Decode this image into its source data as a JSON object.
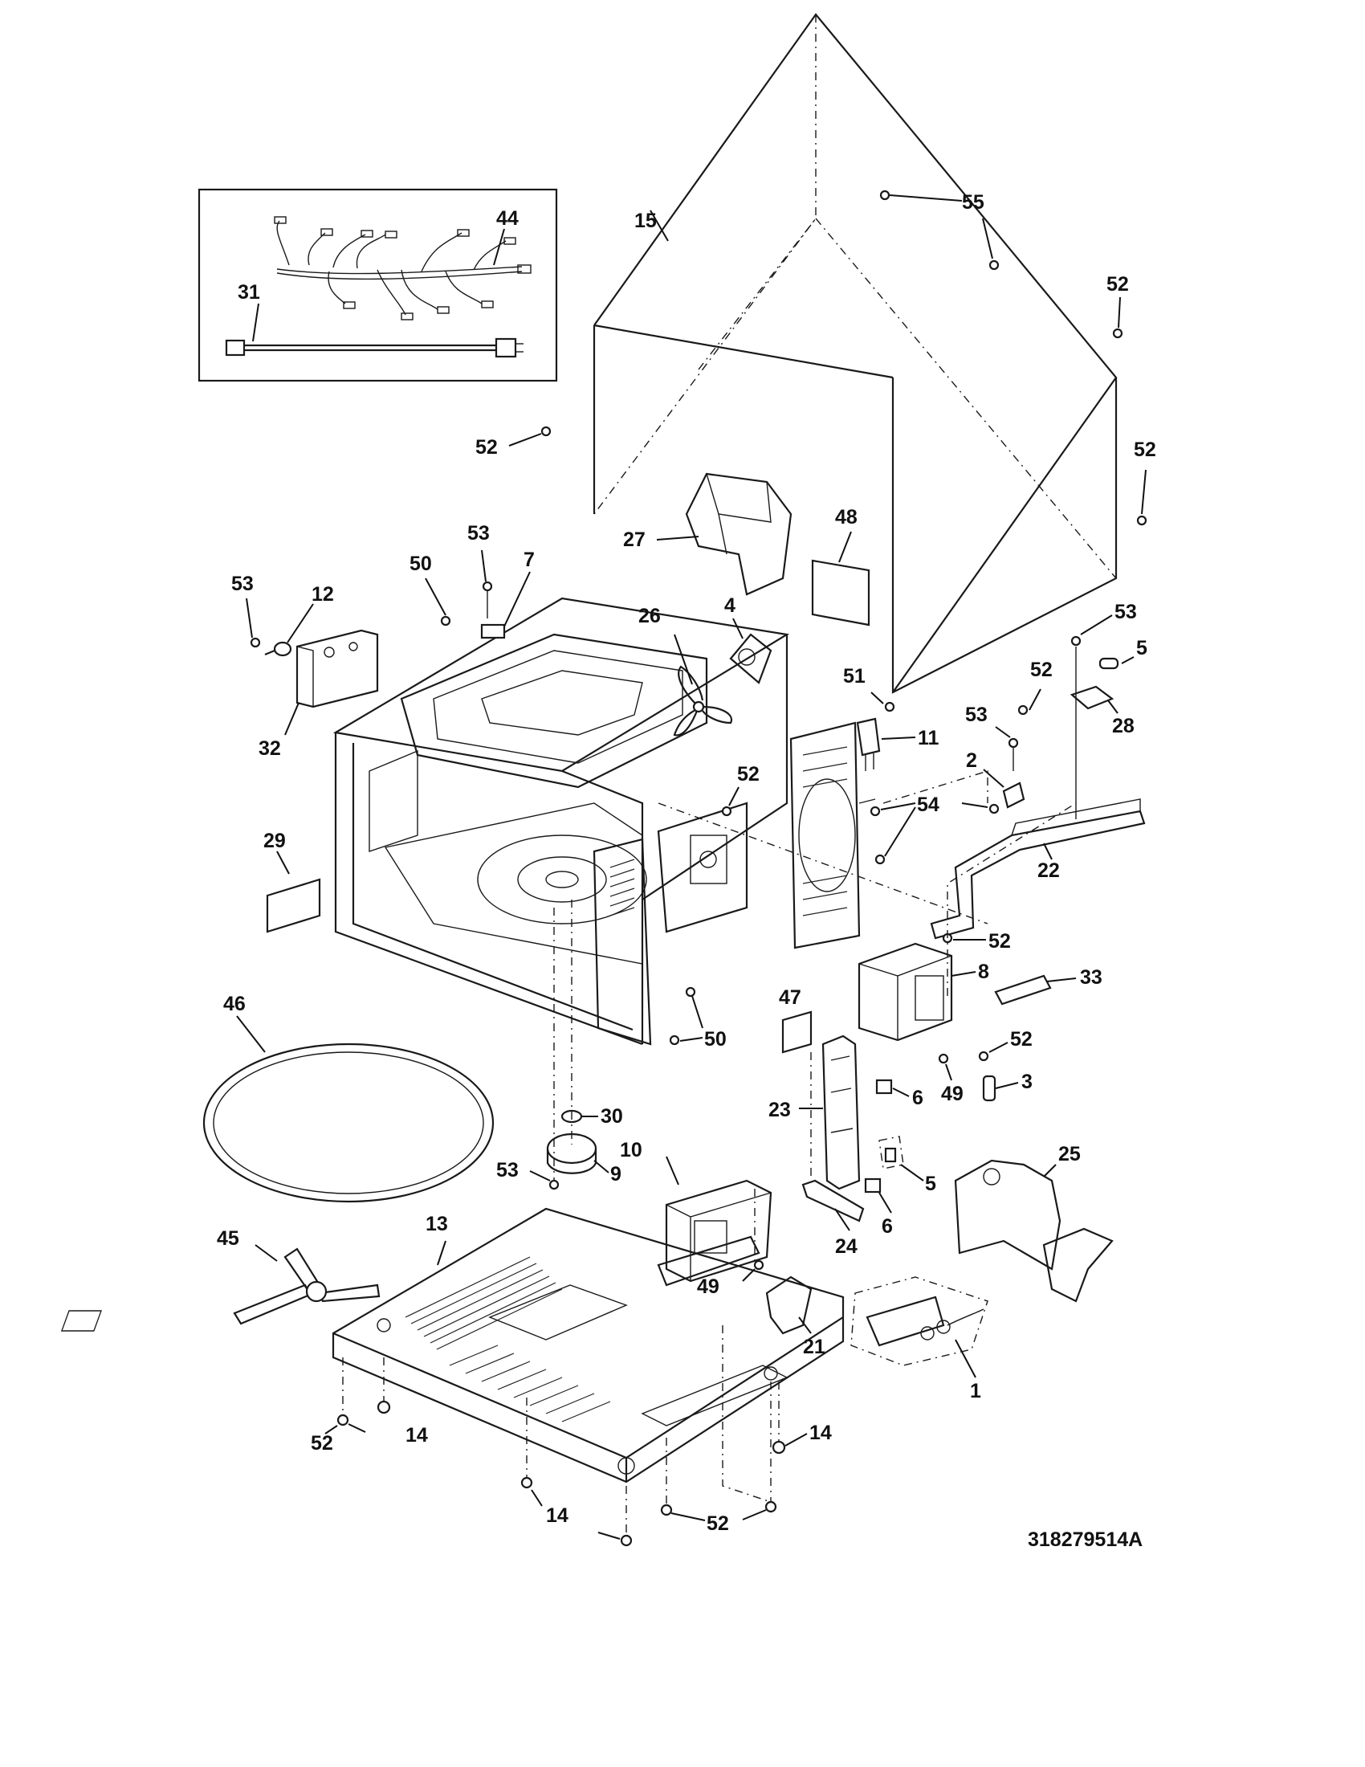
{
  "diagram": {
    "drawing_number": "318279514A",
    "callouts": {
      "c1": "1",
      "c2": "2",
      "c3": "3",
      "c4": "4",
      "c5a": "5",
      "c5b": "5",
      "c6a": "6",
      "c6b": "6",
      "c7": "7",
      "c8": "8",
      "c9": "9",
      "c10": "10",
      "c11": "11",
      "c12": "12",
      "c13": "13",
      "c14a": "14",
      "c14b": "14",
      "c14c": "14",
      "c15": "15",
      "c21": "21",
      "c22": "22",
      "c23": "23",
      "c24": "24",
      "c25": "25",
      "c26": "26",
      "c27": "27",
      "c28": "28",
      "c29": "29",
      "c30": "30",
      "c31": "31",
      "c32": "32",
      "c33": "33",
      "c44": "44",
      "c45": "45",
      "c46": "46",
      "c47": "47",
      "c48": "48",
      "c49a": "49",
      "c49b": "49",
      "c50a": "50",
      "c50b": "50",
      "c51": "51",
      "c52a": "52",
      "c52b": "52",
      "c52c": "52",
      "c52d": "52",
      "c52e": "52",
      "c52f": "52",
      "c52g": "52",
      "c52h": "52",
      "c52i": "52",
      "c53a": "53",
      "c53b": "53",
      "c53c": "53",
      "c53d": "53",
      "c53e": "53",
      "c54": "54",
      "c55": "55"
    }
  }
}
